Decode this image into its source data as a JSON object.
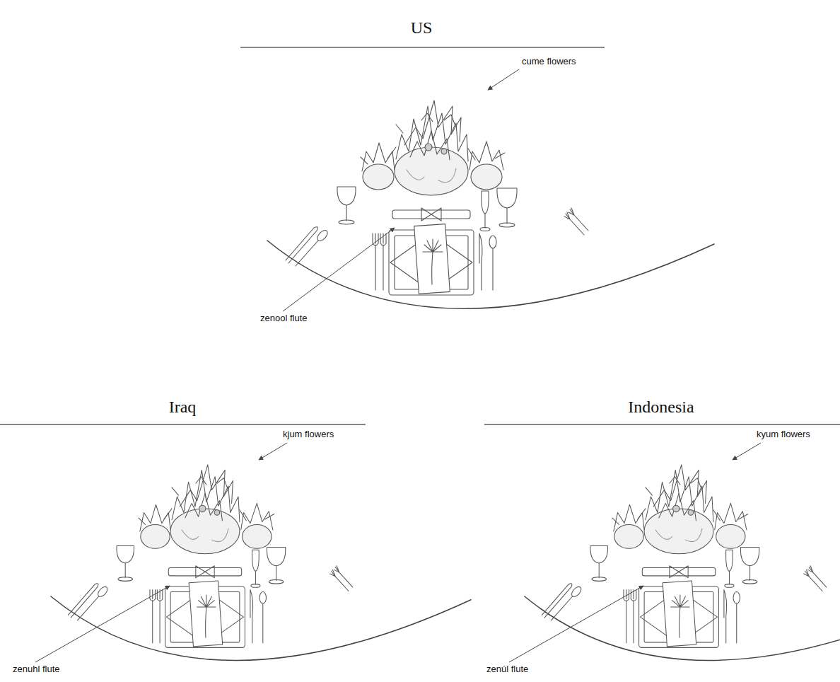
{
  "diagram": {
    "labels": [
      "US",
      "cume flowers",
      "zenool flute",
      "Iraq",
      "kjum flowers",
      "zenuhl flute",
      "Indonesia",
      "kyum flowers",
      "zenúl flute"
    ]
  }
}
